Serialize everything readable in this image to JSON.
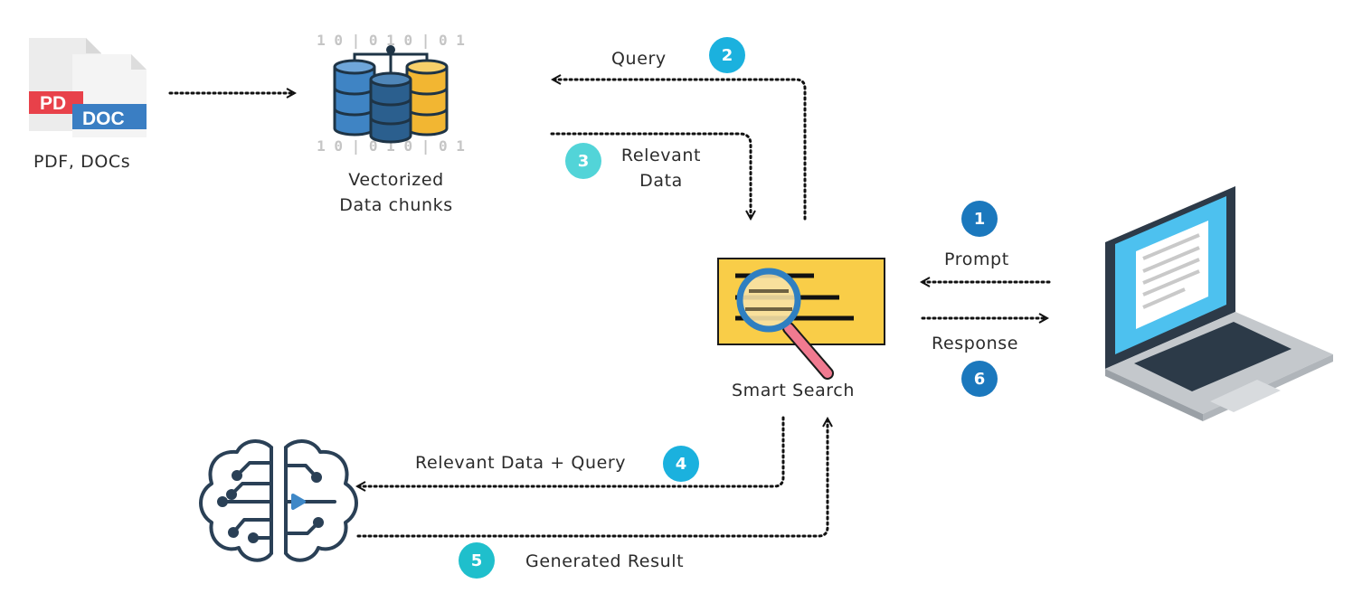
{
  "nodes": {
    "documents": {
      "label": "PDF, DOCs",
      "tag_pdf": "PD",
      "tag_doc": "DOC",
      "pdf_color": "#e8414a",
      "doc_color": "#3a7ec3"
    },
    "vector_db": {
      "label_line1": "Vectorized",
      "label_line2": "Data chunks",
      "bits": "1 0 | 0 1 0 | 0 1"
    },
    "smart_search": {
      "label": "Smart Search",
      "card_color": "#f9cd48"
    },
    "llm": {},
    "laptop": {}
  },
  "steps": [
    {
      "number": "1",
      "label": "Prompt",
      "color": "#1b78bd"
    },
    {
      "number": "2",
      "label": "Query",
      "color": "#1bb1de"
    },
    {
      "number": "3",
      "label_line1": "Relevant",
      "label_line2": "Data",
      "color": "#52d4d8"
    },
    {
      "number": "4",
      "label": "Relevant Data + Query",
      "color": "#1bb1de"
    },
    {
      "number": "5",
      "label": "Generated Result",
      "color": "#1fbfcc"
    },
    {
      "number": "6",
      "label": "Response",
      "color": "#1b78bd"
    }
  ]
}
